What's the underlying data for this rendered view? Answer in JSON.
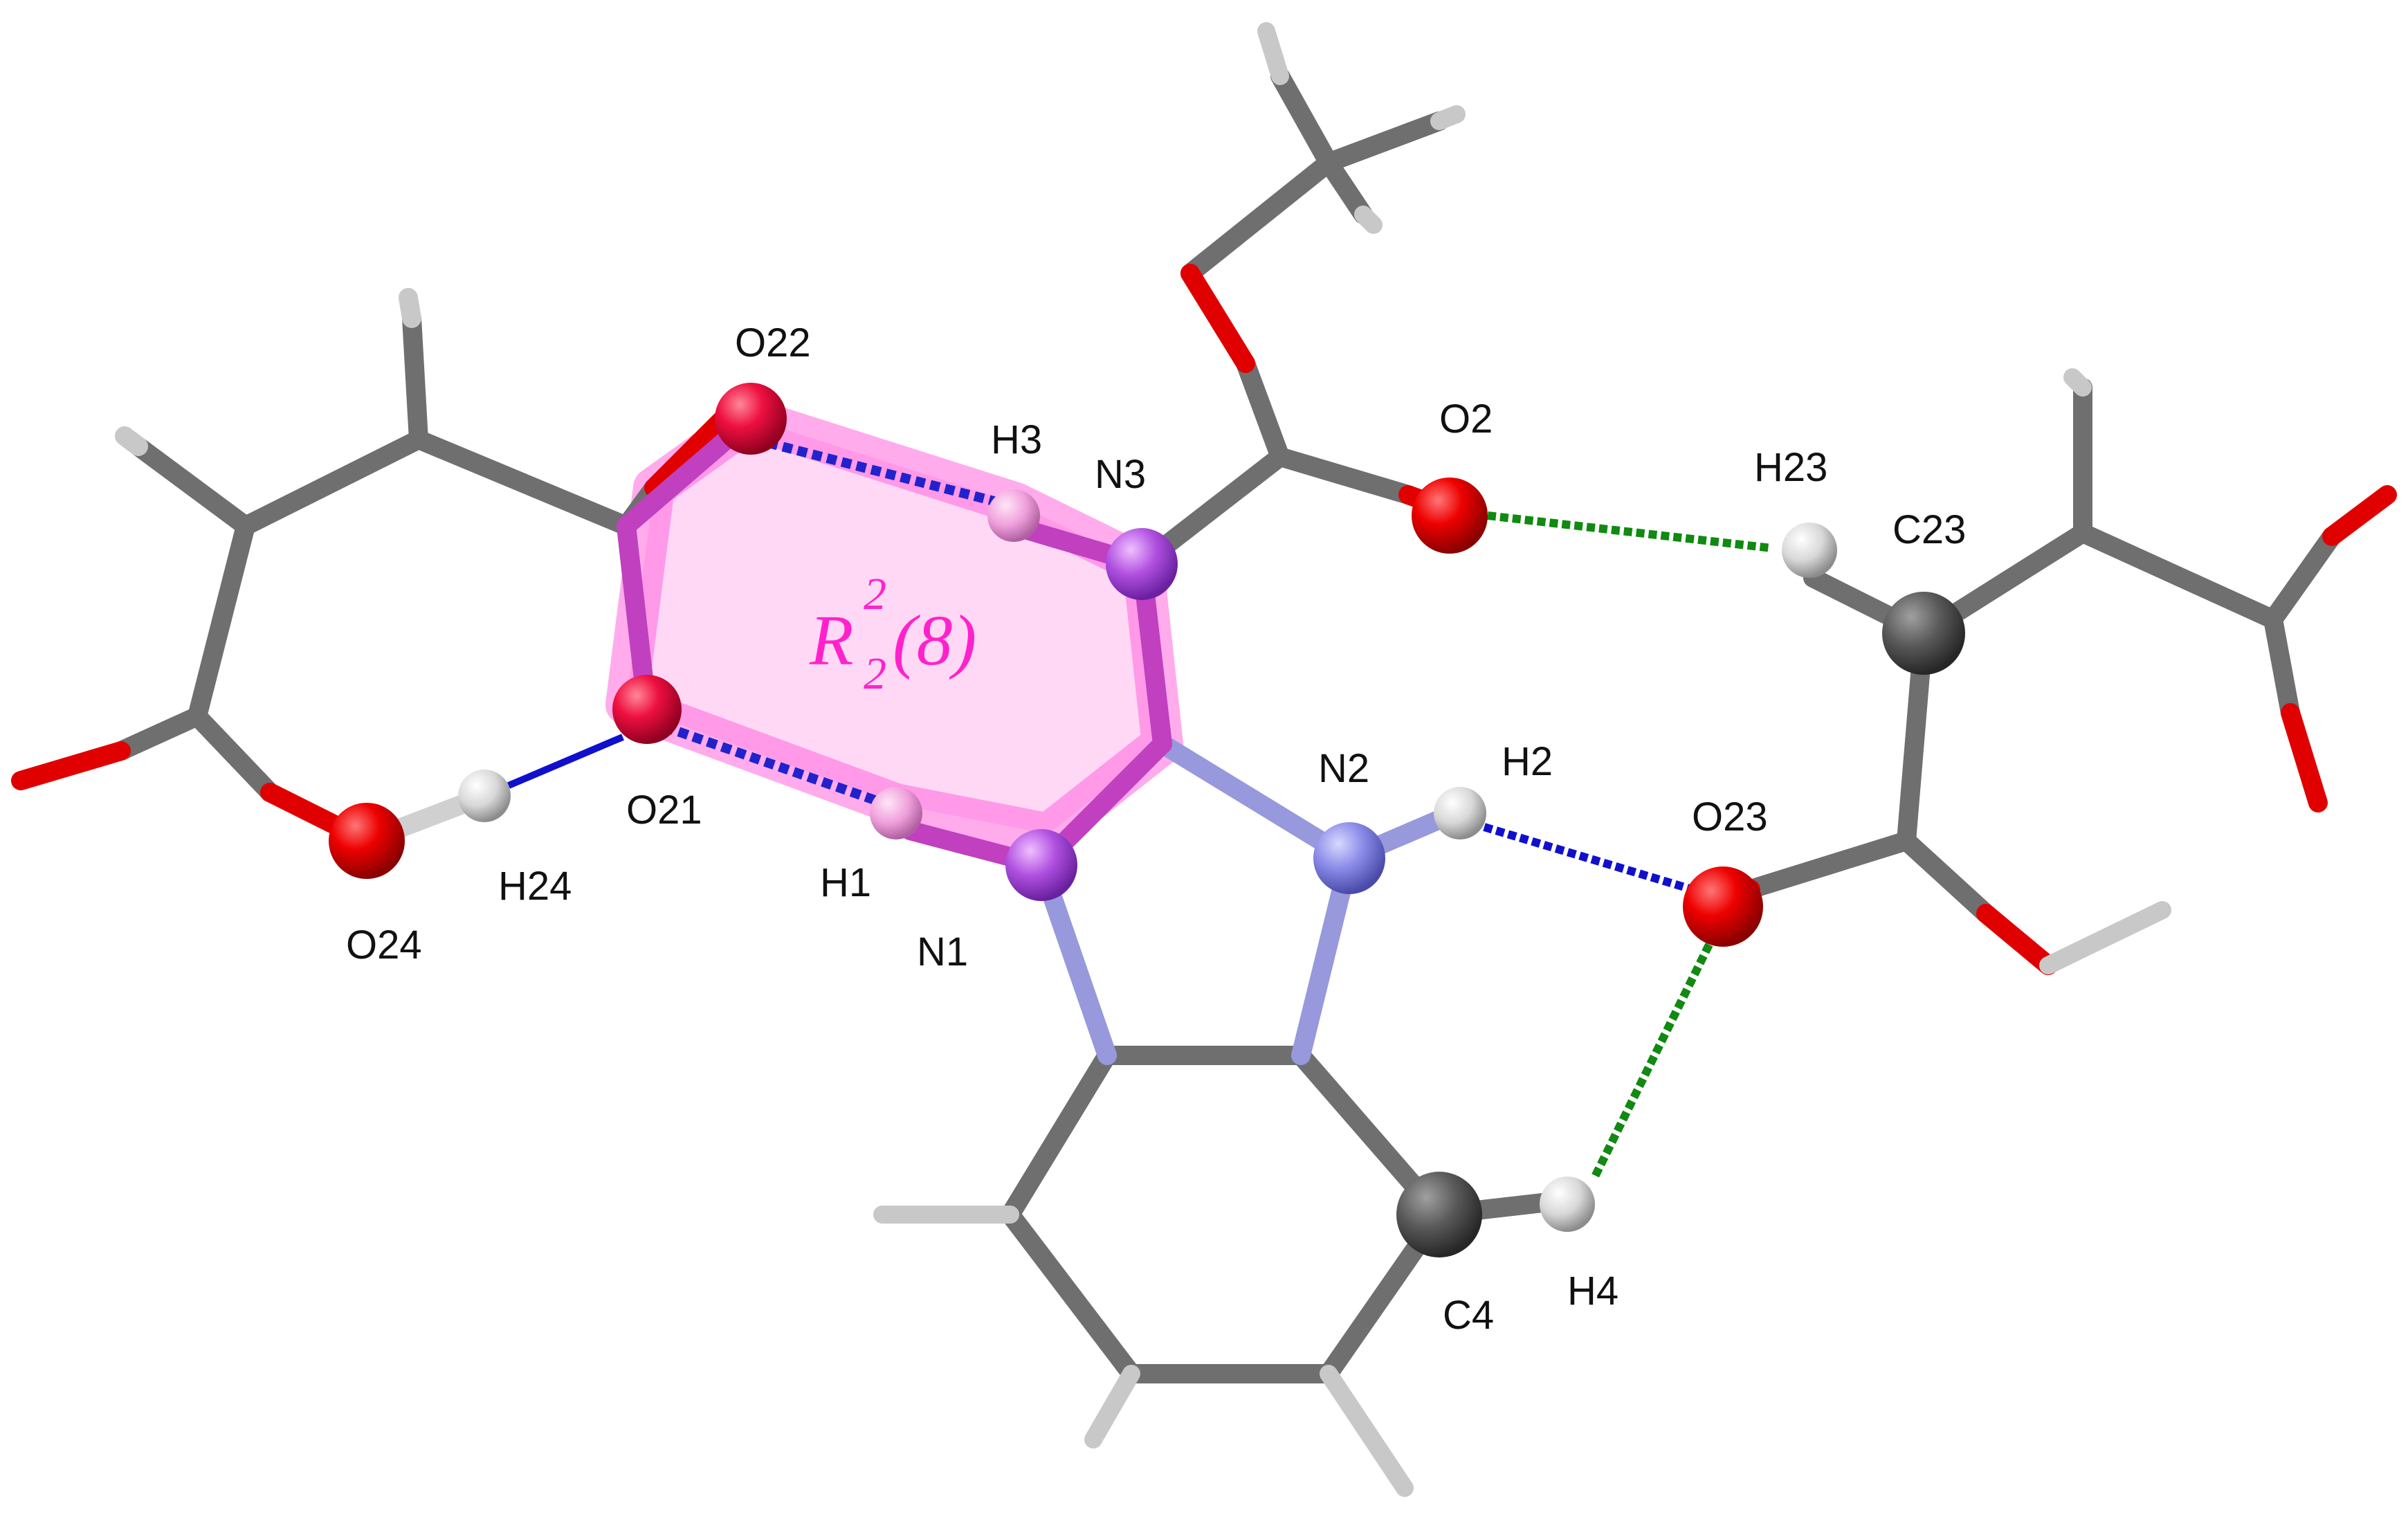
{
  "diagram": {
    "kind": "molecular hydrogen-bond diagram",
    "colors": {
      "carbon": "#5a5a5a",
      "oxygen": "#e60000",
      "nitrogen": "#8a8ae8",
      "hydrogen": "#d8d8d8",
      "motif_highlight": "#ff66dd",
      "motif_text": "#ff22cc",
      "hbond_strong": "#1010cc",
      "hbond_weak": "#108a10"
    },
    "labels": {
      "O22": "O22",
      "O21": "O21",
      "O24": "O24",
      "H24": "H24",
      "H1": "H1",
      "N1": "N1",
      "H3": "H3",
      "N3": "N3",
      "O2": "O2",
      "H23": "H23",
      "C23": "C23",
      "N2": "N2",
      "H2": "H2",
      "O23": "O23",
      "C4": "C4",
      "H4": "H4"
    },
    "motif": {
      "letter": "R",
      "superscript": "2",
      "subscript": "2",
      "size": "(8)"
    }
  }
}
